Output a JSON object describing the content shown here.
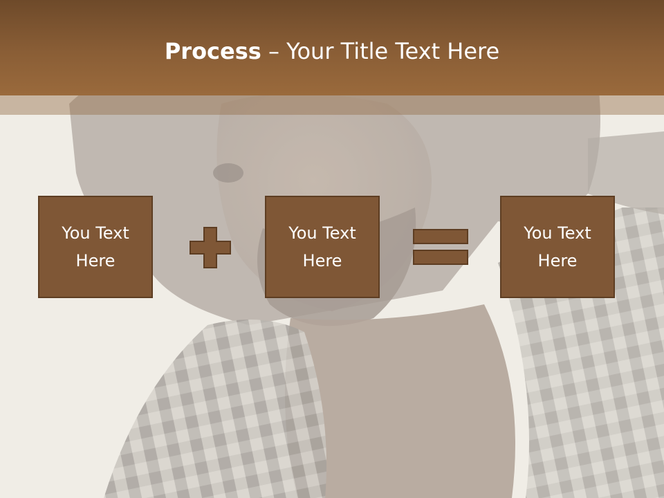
{
  "slide": {
    "title_bold": "Process",
    "title_rest": " – Your Title Text Here",
    "boxes": [
      {
        "text": "You Text Here"
      },
      {
        "text": "You Text Here"
      },
      {
        "text": "You Text Here"
      }
    ],
    "operators": [
      "plus-icon",
      "equals-icon"
    ]
  },
  "colors": {
    "header": "#8a5e36",
    "box_fill": "#7f5736",
    "box_border": "#5d3d22",
    "text": "#ffffff"
  }
}
